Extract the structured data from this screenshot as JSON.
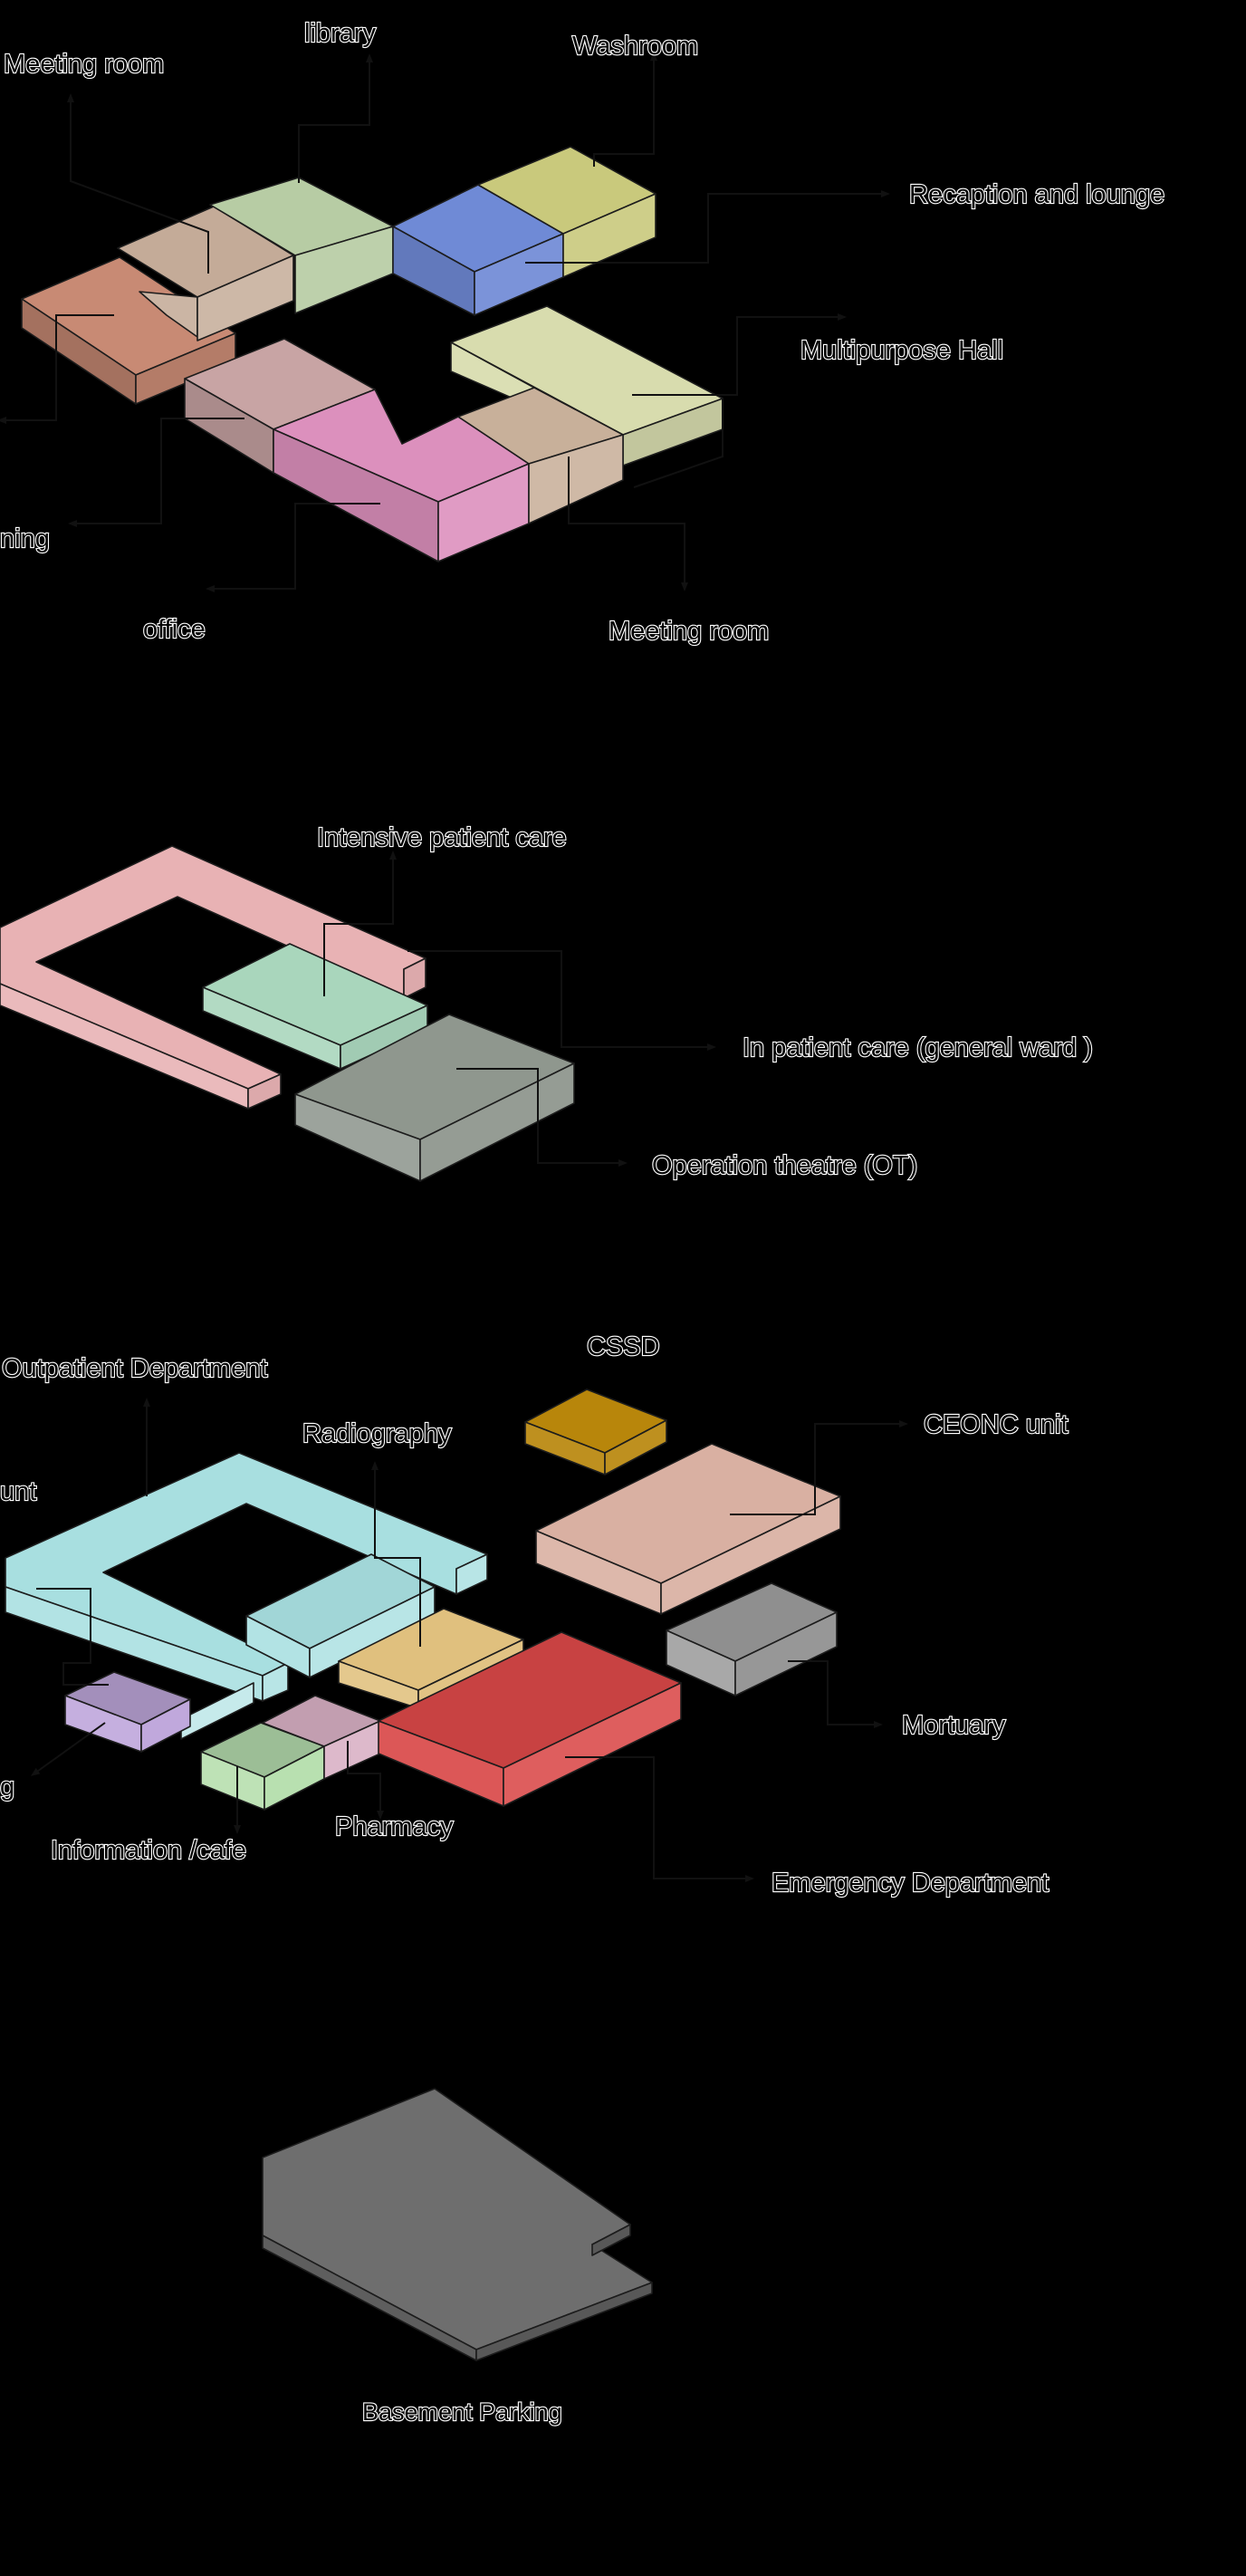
{
  "colors": {
    "background": "#000000",
    "label_text": "#000000",
    "label_outline": "#ffffff",
    "leader_line": "#111111"
  },
  "floors": [
    {
      "id": "top-floor",
      "labels": {
        "meeting_room_1": "Meeting room",
        "library": "library",
        "washroom": "Washroom",
        "reception_lounge": "Recaption and lounge",
        "multipurpose_hall": "Multipurpose Hall",
        "training_cropped": "ning",
        "office": "office",
        "meeting_room_2": "Meeting room"
      },
      "block_colors": {
        "terracotta": "#c88a74",
        "meeting": "#c4ab98",
        "library": "#b7cca4",
        "reception": "#6f8ad6",
        "washroom": "#c9c97c",
        "mauve": "#c8a4a4",
        "office": "#dc90bd",
        "multipurpose": "#d8dcae",
        "meeting2": "#c8b09a"
      }
    },
    {
      "id": "second-floor",
      "labels": {
        "icu": "Intensive patient care",
        "general_ward": "In patient care (general ward )",
        "ot": "Operation theatre (OT)"
      },
      "block_colors": {
        "ward": "#e8b2b4",
        "icu": "#a9d6bc",
        "ot": "#8f978e"
      }
    },
    {
      "id": "ground-floor",
      "labels": {
        "opd": "Outpatient Department",
        "radiography": "Radiography",
        "cssd": "CSSD",
        "ceonc": "CEONC unit",
        "account_cropped": "unt",
        "mortuary": "Mortuary",
        "waiting_cropped": "g",
        "information": "Information /cafe",
        "pharmacy": "Pharmacy",
        "emergency": "Emergency Department"
      },
      "block_colors": {
        "opd": "#a8dfe0",
        "radiography": "#e0c07e",
        "cssd": "#b8860b",
        "ceonc": "#d9b0a2",
        "mortuary": "#a8a8a8",
        "lavender": "#c0a8dc",
        "information": "#b8e0b0",
        "pharmacy": "#d8b0c4",
        "emergency": "#d94848"
      }
    },
    {
      "id": "basement",
      "labels": {
        "parking": "Basement Parking"
      },
      "block_colors": {
        "parking": "#6e6e6e"
      }
    }
  ]
}
